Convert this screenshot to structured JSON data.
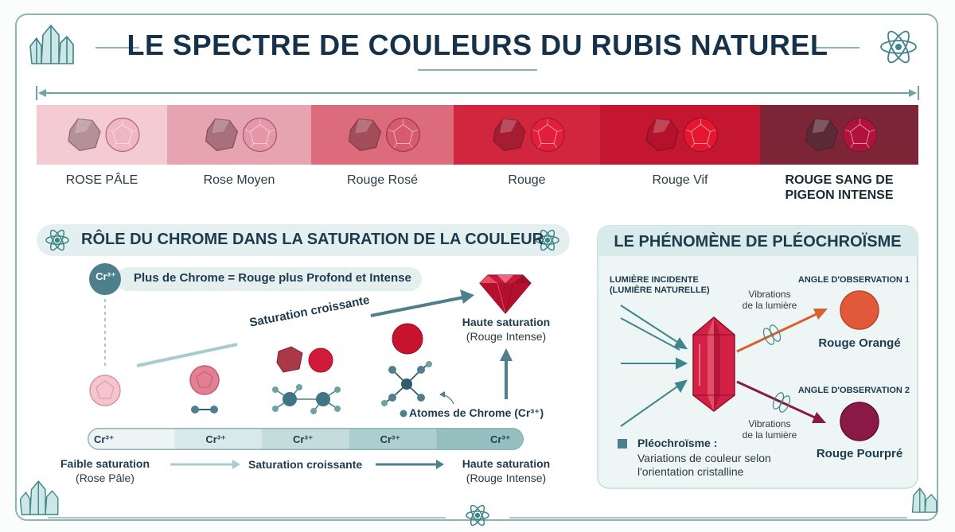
{
  "title": "LE SPECTRE DE COULEURS DU RUBIS NATUREL",
  "spectrum": {
    "bands": [
      {
        "label": "ROSE PÂLE",
        "color": "#f4cbd3",
        "stone": "#b69099",
        "gem": "#f0b6c2",
        "bold": false
      },
      {
        "label": "Rose Moyen",
        "color": "#e6a3b0",
        "stone": "#a9707c",
        "gem": "#e597a8",
        "bold": false
      },
      {
        "label": "Rouge Rosé",
        "color": "#dc6b7c",
        "stone": "#a24e5a",
        "gem": "#d75a6e",
        "bold": false
      },
      {
        "label": "Rouge",
        "color": "#d1263d",
        "stone": "#a51d33",
        "gem": "#e41d3a",
        "bold": false
      },
      {
        "label": "Rouge Vif",
        "color": "#c41531",
        "stone": "#b3112c",
        "gem": "#e6162f",
        "bold": false
      },
      {
        "label": "ROUGE SANG DE PIGEON INTENSE",
        "color": "#7b2537",
        "stone": "#5a2a38",
        "gem": "#b0123c",
        "bold": true
      }
    ]
  },
  "chrome_panel": {
    "title": "RÔLE DU CHROME DANS LA SATURATION DE LA COULEUR",
    "badge": "Cr³⁺",
    "callout": "Plus de Chrome = Rouge plus Profond et Intense",
    "arrow_label": "Saturation croissante",
    "high_title": "Haute saturation",
    "high_sub": "(Rouge Intense)",
    "atoms_label": "Atomes de Chrome (Cr³⁺)",
    "bar_segments": [
      "Cr³⁺",
      "Cr³⁺",
      "Cr³⁺",
      "Cr³⁺",
      "Cr³⁺"
    ],
    "bar_colors": [
      "#edf4f4",
      "#d9e8e8",
      "#c4dcdc",
      "#aecfcf",
      "#96c0c0"
    ],
    "bottom": {
      "left_title": "Faible saturation",
      "left_sub": "(Rose Pâle)",
      "middle": "Saturation croissante",
      "right_title": "Haute saturation",
      "right_sub": "(Rouge Intense)"
    }
  },
  "pleo_panel": {
    "title": "LE PHÉNOMÈNE DE PLÉOCHROÏSME",
    "incident": "LUMIÈRE INCIDENTE",
    "incident_sub": "(LUMIÈRE NATURELLE)",
    "vib1_a": "Vibrations",
    "vib1_b": "de la lumière",
    "vib2_a": "Vibrations",
    "vib2_b": "de la lumière",
    "angle1": "ANGLE D'OBSERVATION 1",
    "angle2": "ANGLE D'OBSERVATION 2",
    "color1": "Rouge Orangé",
    "color2": "Rouge Pourpré",
    "color1_hex": "#e2583a",
    "color2_hex": "#8a1a45",
    "legend_title": "Pléochroïsme :",
    "legend_line1": "Variations de couleur selon",
    "legend_line2": "l'orientation cristalline"
  },
  "colors": {
    "accent": "#5f9a9c",
    "dark": "#1d3a4e",
    "ruby": "#d01d3d"
  }
}
